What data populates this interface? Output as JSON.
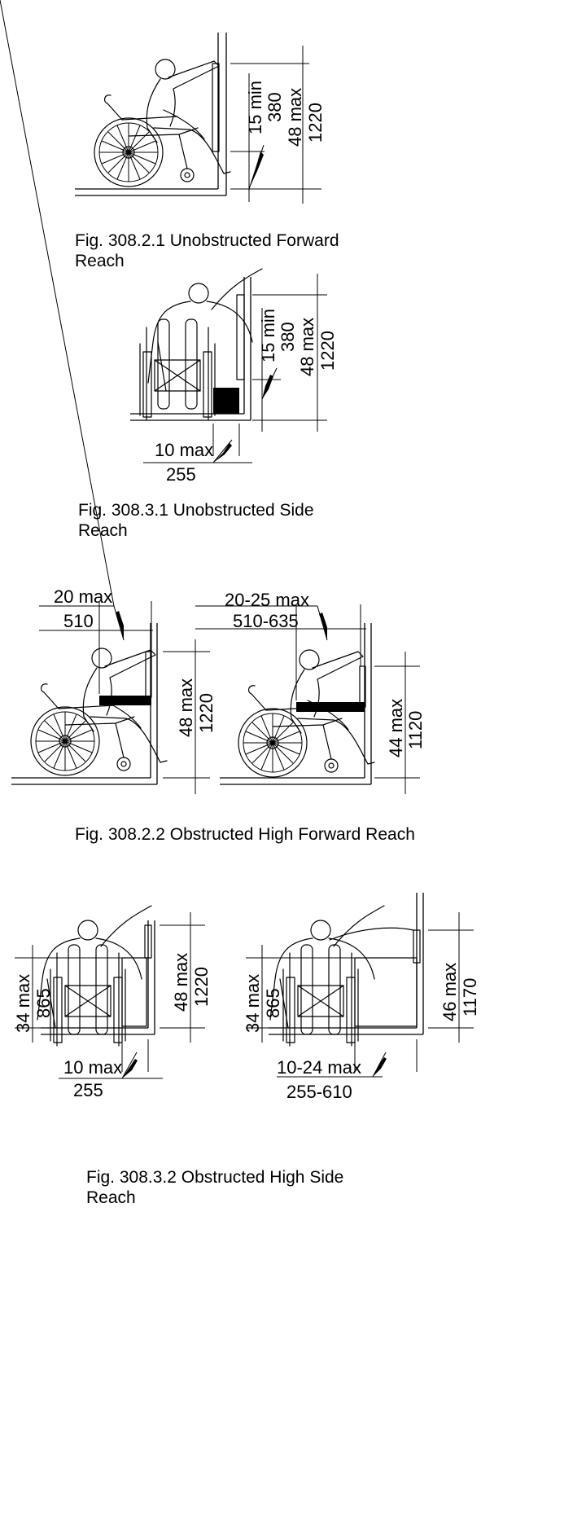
{
  "fig1": {
    "caption": "Fig. 308.2.1 Unobstructed Forward\nReach",
    "dims": [
      "15 min",
      "380",
      "48 max",
      "1220"
    ]
  },
  "fig2": {
    "caption": "Fig. 308.3.1 Unobstructed Side\nReach",
    "dims": [
      "15 min",
      "380",
      "48 max",
      "1220"
    ],
    "depth": [
      "10 max",
      "255"
    ]
  },
  "fig3": {
    "caption": "Fig. 308.2.2 Obstructed High Forward Reach",
    "left": {
      "reach": [
        "20 max",
        "510"
      ],
      "height": [
        "48 max",
        "1220"
      ]
    },
    "right": {
      "reach": [
        "20-25 max",
        "510-635"
      ],
      "height": [
        "44 max",
        "1120"
      ]
    }
  },
  "fig4": {
    "caption": "Fig. 308.3.2 Obstructed High Side\nReach",
    "left": {
      "counter": [
        "34 max",
        "865"
      ],
      "height": [
        "48 max",
        "1220"
      ],
      "depth": [
        "10 max",
        "255"
      ]
    },
    "right": {
      "counter": [
        "34 max",
        "865"
      ],
      "height": [
        "46 max",
        "1170"
      ],
      "depth": [
        "10-24 max",
        "255-610"
      ]
    }
  }
}
